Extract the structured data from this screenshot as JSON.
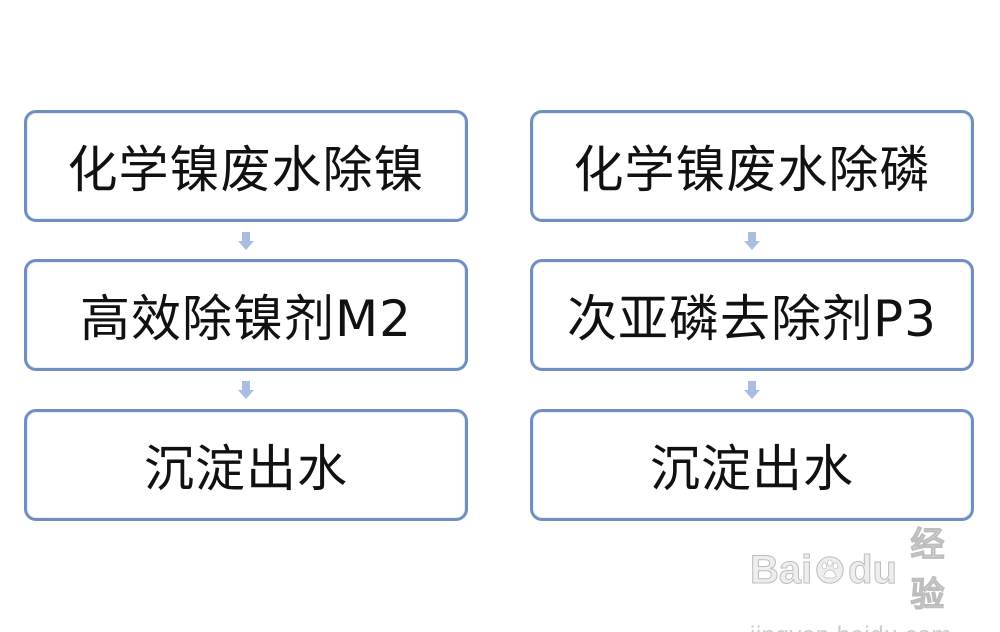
{
  "left_flow": {
    "steps": [
      "化学镍废水除镍",
      "高效除镍剂M2",
      "沉淀出水"
    ]
  },
  "right_flow": {
    "steps": [
      "化学镍废水除磷",
      "次亚磷去除剂P3",
      "沉淀出水"
    ]
  },
  "watermark": {
    "brand_left": "Bai",
    "brand_right": "du",
    "brand_cn": "经验",
    "url": "jingyan.baidu.com",
    "logo_icon": "paw-icon"
  },
  "colors": {
    "box_border": "#6f8fc3",
    "arrow": "#a9bde0",
    "watermark": "#c9c9c9"
  }
}
